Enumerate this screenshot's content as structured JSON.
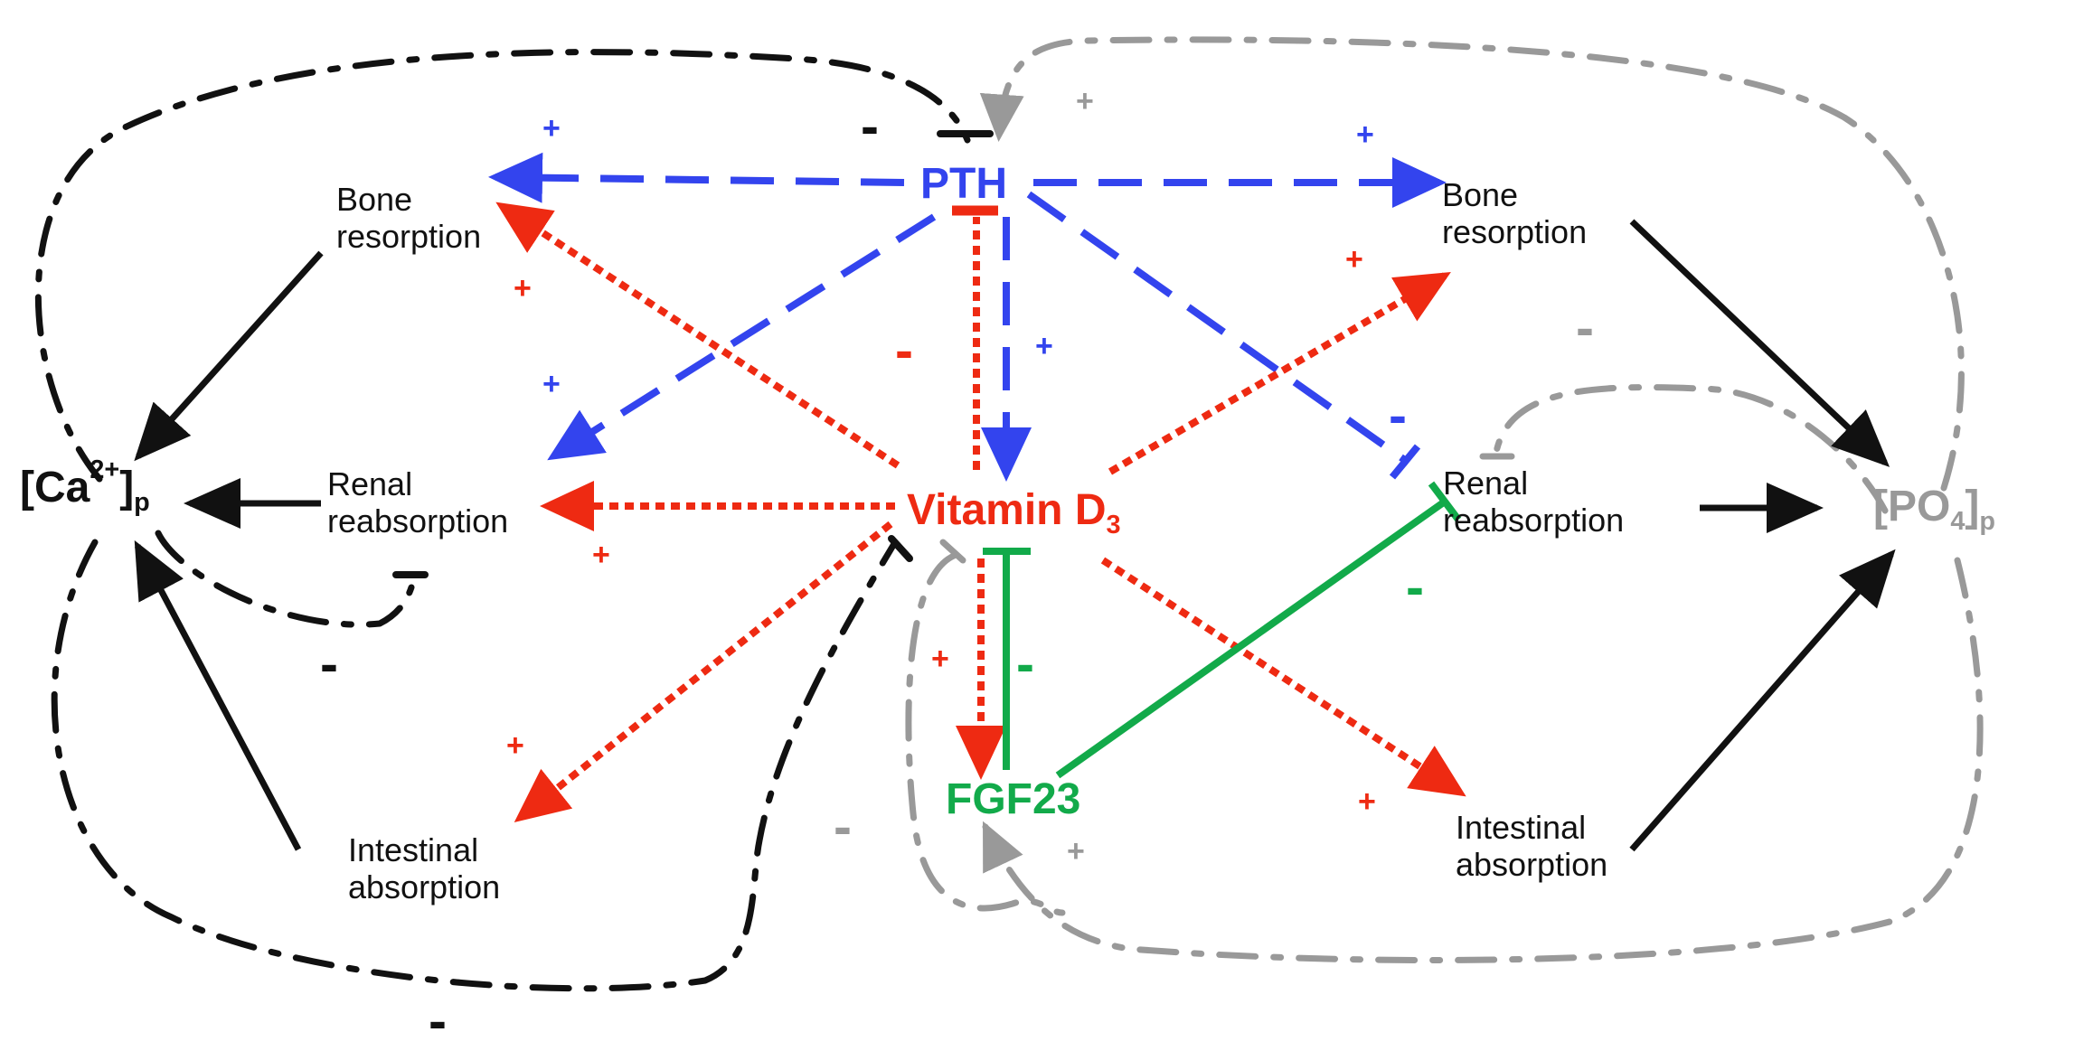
{
  "colors": {
    "pth": "#3344ee",
    "vitamin_d": "#ee2a12",
    "fgf23": "#12aa4a",
    "phosphate": "#999999",
    "calcium": "#111111"
  },
  "nodes": {
    "ca": {
      "main": "[Ca",
      "sup": "2+",
      "close": "]",
      "sub": "p"
    },
    "po4": {
      "main": "[PO",
      "sub1": "4",
      "close": "]",
      "sub2": "p"
    },
    "pth": "PTH",
    "vitd": {
      "main": "Vitamin D",
      "sub": "3"
    },
    "fgf23": "FGF23",
    "left_bone": [
      "Bone",
      "resorption"
    ],
    "left_renal": [
      "Renal",
      "reabsorption"
    ],
    "left_intestinal": [
      "Intestinal",
      "absorption"
    ],
    "right_bone": [
      "Bone",
      "resorption"
    ],
    "right_renal": [
      "Renal",
      "reabsorption"
    ],
    "right_intestinal": [
      "Intestinal",
      "absorption"
    ]
  },
  "signs": {
    "plus": "+",
    "minus": "-"
  }
}
